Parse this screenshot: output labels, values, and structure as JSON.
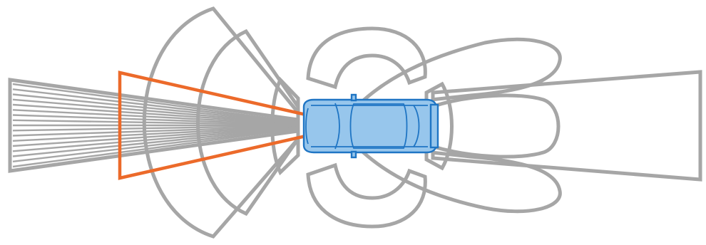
{
  "diagram": {
    "colors": {
      "background": "#ffffff",
      "sensor_outline": "#a6a6a6",
      "highlight": "#ec6a2a",
      "vehicle_fill": "#97c6ec",
      "vehicle_outline": "#1f75c4"
    },
    "sensor_zones": [
      {
        "shape": "long-range-lidar-fan"
      },
      {
        "shape": "front-radar-arc-outer"
      },
      {
        "shape": "front-radar-arc-inner"
      },
      {
        "shape": "front-short-range-cone"
      },
      {
        "shape": "top-side-lobe"
      },
      {
        "shape": "bottom-side-lobe"
      },
      {
        "shape": "rear-upper-lobe"
      },
      {
        "shape": "rear-lower-lobe"
      },
      {
        "shape": "rear-middle-lobe"
      },
      {
        "shape": "rear-wide-cone"
      }
    ],
    "highlighted_zone": {
      "shape": "front-camera-cone"
    },
    "vehicle": {
      "view": "top-down",
      "icon": "car-icon"
    }
  }
}
